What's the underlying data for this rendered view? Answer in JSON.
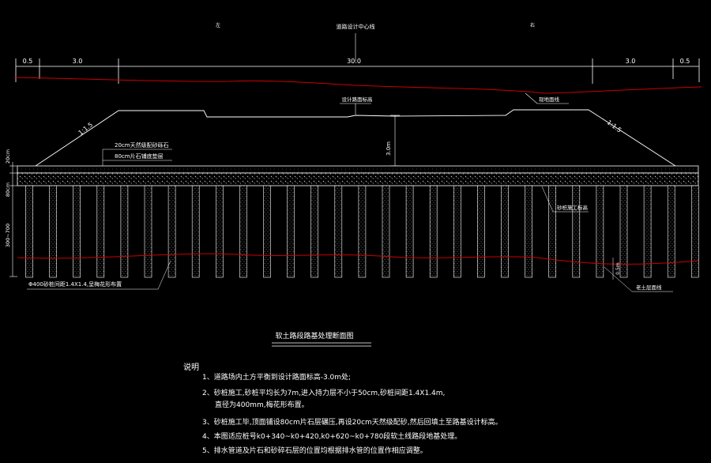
{
  "drawing": {
    "title": "软土路段路基处理断面图",
    "top_labels": {
      "left_side": "左",
      "center": "道路设计中心线",
      "right_side": "右"
    },
    "widths": {
      "left_shoulder": "0.5",
      "left_lane": "3.0",
      "middle": "30.0",
      "right_lane": "3.0",
      "right_shoulder": "0.5"
    },
    "labels": {
      "design_elevation": "设计路面标高",
      "ground_line": "现地面线",
      "slope_left": "1:1.5",
      "slope_right": "1:1.5",
      "sand_layer": "20cm天然级配砂砾石",
      "stone_layer": "80cm片石铺底垫层",
      "fill_height": "3.0m",
      "depth_top": "20cm",
      "depth_stone": "80cm",
      "pile_length": "300~700",
      "pile_note": "Φ400砂桩间距1.4X1.4,呈梅花形布置",
      "pile_bottom": "砂桩施工标高",
      "soft_soil_line": "老土层面线",
      "embed": "0.5m"
    },
    "notes": {
      "heading": "说明",
      "items": [
        "1、道路场内土方平衡到设计路面标高-3.0m处;",
        "2、砂桩施工,砂桩平均长为7m,进入持力层不小于50cm,砂桩间距1.4X1.4m,",
        "直径为400mm,梅花形布置。",
        "3、砂桩施工毕,顶面铺设80cm片石层碾压,再设20cm天然级配砂,然后回填土至路基设计标高。",
        "4、本图适应桩号k0+340~k0+420,k0+620~k0+780段软土线路段地基处理。",
        "5、排水管道及片石和砂碎石层的位置均根据排水管的位置作相应调整。"
      ]
    }
  },
  "colors": {
    "background": "#000000",
    "line": "#ffffff",
    "red": "#cc0000"
  }
}
